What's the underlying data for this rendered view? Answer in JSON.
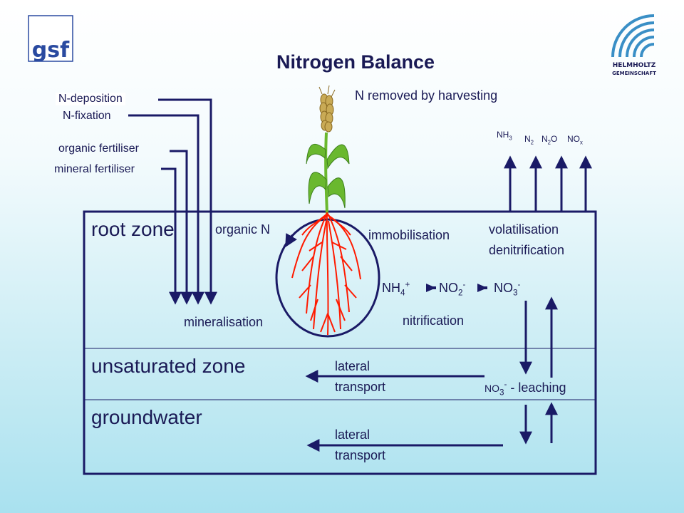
{
  "title": "Nitrogen Balance",
  "logos": {
    "left": "gsf",
    "right_line1": "HELMHOLTZ",
    "right_line2": "GEMEINSCHAFT"
  },
  "inputs": {
    "deposition": "N-deposition",
    "fixation": "N-fixation",
    "organic_fertiliser": "organic fertiliser",
    "mineral_fertiliser": "mineral fertiliser"
  },
  "harvest": "N removed by harvesting",
  "gases": {
    "nh3": "NH",
    "nh3_sub": "3",
    "n2": "N",
    "n2_sub": "2",
    "n2o": "N",
    "n2o_sub": "2",
    "n2o_tail": "O",
    "nox": "NO",
    "nox_sub": "x"
  },
  "zones": {
    "root": "root zone",
    "unsaturated": "unsaturated zone",
    "groundwater": "groundwater"
  },
  "processes": {
    "organic_n": "organic N",
    "immobilisation": "immobilisation",
    "volatilisation": "volatilisation",
    "denitrification": "denitrification",
    "mineralisation": "mineralisation",
    "nitrification": "nitrification",
    "lateral_transport_1a": "lateral",
    "lateral_transport_1b": "transport",
    "lateral_transport_2a": "lateral",
    "lateral_transport_2b": "transport"
  },
  "species": {
    "nh4": "NH",
    "nh4_sub": "4",
    "nh4_sup": "+",
    "no2": "NO",
    "no2_sub": "2",
    "no2_sup": "-",
    "no3": "NO",
    "no3_sub": "3",
    "no3_sup": "-"
  },
  "leaching": {
    "no3": "NO",
    "no3_sub": "3",
    "no3_sup": "-",
    "text": " - leaching"
  },
  "colors": {
    "line": "#1a1a66",
    "root": "#ff1a00",
    "stem": "#6ab82e",
    "grain": "#b89a3e"
  }
}
